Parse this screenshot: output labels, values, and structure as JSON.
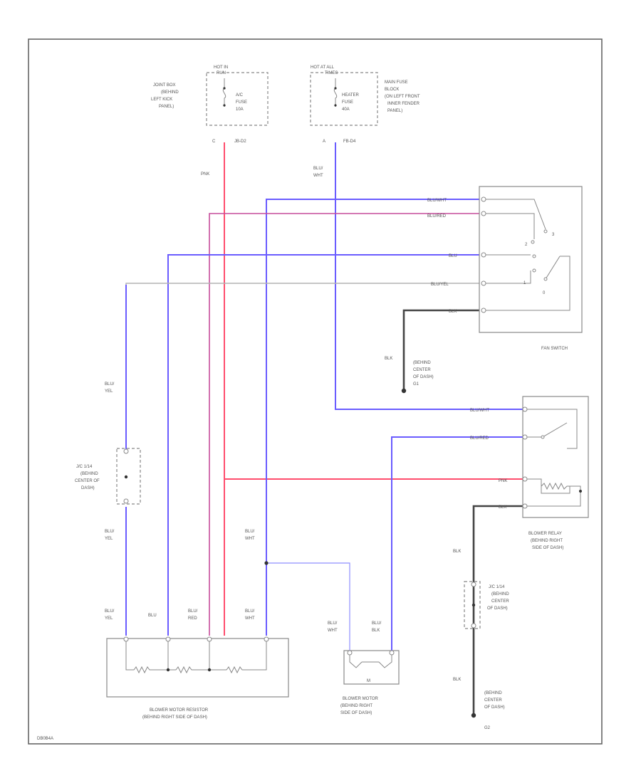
{
  "colors": {
    "red": "#ff4d6d",
    "blue": "#6a5cff",
    "light_blue": "#8f8fff",
    "pink": "#c64d9b",
    "grey": "#b4b4b4",
    "black": "#444444"
  },
  "figure_id": "DB0B4A",
  "fuse_boxes": {
    "hot_in": "HOT IN",
    "hot_in_run": "RUN",
    "joint_box": [
      "JOINT BOX",
      "(BEHIND",
      "LEFT KICK",
      "PANEL)"
    ],
    "ac_fuse": [
      "A/C",
      "FUSE",
      "10A"
    ],
    "hot_at_all": "HOT AT ALL",
    "hot_at_all_times": "TIMES",
    "main_fuse_block": [
      "MAIN FUSE",
      "BLOCK",
      "(ON LEFT FRONT",
      "INNER FENDER",
      "PANEL)"
    ],
    "heater_fuse": [
      "HEATER",
      "FUSE",
      "40A"
    ],
    "conn_c": "C",
    "conn_c_id": "JB-D2",
    "conn_a": "A",
    "conn_a_id": "FB-D4"
  },
  "wire_labels": {
    "pnk": "PNK",
    "blu_wht": [
      "BLU/",
      "WHT"
    ],
    "blu_wht_pins": "BLU/WHT",
    "blu_red_pins": "BLU/RED",
    "blu": "BLU",
    "blu_yel_pins": "BLU/YEL",
    "blk": "BLK",
    "blu_yel": [
      "BLU/",
      "YEL"
    ],
    "blu_red": [
      "BLU/",
      "RED"
    ],
    "blu_blk": [
      "BLU/",
      "BLK"
    ]
  },
  "grounds": {
    "g1": [
      "(BEHIND",
      "CENTER",
      "OF DASH)",
      "G1"
    ],
    "g2": [
      "(BEHIND",
      "CENTER",
      "OF DASH)",
      "G2"
    ]
  },
  "fan_switch": {
    "label": "FAN SWITCH",
    "pos_3": "3",
    "pos_2": "2",
    "pos_1": "1",
    "pos_0": "0"
  },
  "blower_relay": {
    "label": [
      "BLOWER RELAY",
      "(BEHIND RIGHT",
      "SIDE OF DASH)"
    ]
  },
  "joint_connectors": {
    "jc_left": [
      "J/C 1/14",
      "(BEHIND",
      "CENTER OF",
      "DASH)"
    ],
    "jc_right": [
      "J/C 1/14",
      "(BEHIND",
      "CENTER",
      "OF DASH)"
    ]
  },
  "blower_motor_resistor": {
    "label": [
      "BLOWER MOTOR RESISTOR",
      "(BEHIND RIGHT SIDE OF DASH)"
    ]
  },
  "blower_motor": {
    "label": [
      "BLOWER MOTOR",
      "(BEHIND RIGHT",
      "SIDE OF DASH)"
    ],
    "symbol": "M"
  }
}
